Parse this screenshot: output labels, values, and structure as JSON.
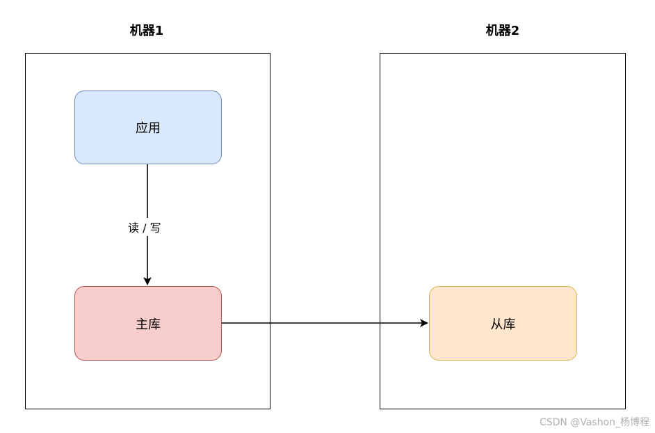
{
  "machines": [
    {
      "title": "机器1"
    },
    {
      "title": "机器2"
    }
  ],
  "nodes": {
    "app": {
      "label": "应用",
      "fill": "#dae8fc",
      "stroke": "#6c8ebf"
    },
    "master": {
      "label": "主库",
      "fill": "#f8cecc",
      "stroke": "#b85450"
    },
    "slave": {
      "label": "从库",
      "fill": "#ffe6cc",
      "stroke": "#d6b656"
    }
  },
  "edges": {
    "app_to_master": {
      "label": "读 / 写"
    }
  },
  "watermark": "CSDN @Vashon_杨博程",
  "colors": {
    "line": "#000000",
    "box_border": "#000000"
  }
}
